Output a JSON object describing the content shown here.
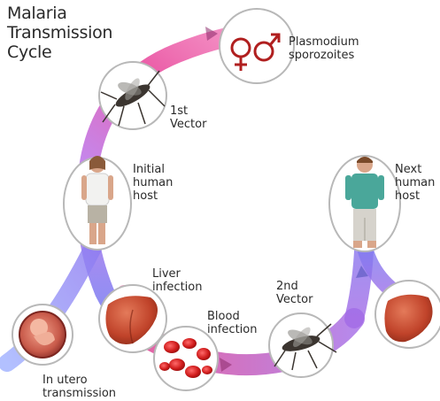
{
  "diagram": {
    "title_lines": [
      "Malaria",
      "Transmission",
      "Cycle"
    ],
    "labels": {
      "plasmodium": [
        "Plasmodium",
        "sporozoites"
      ],
      "first_vector": [
        "1st",
        "Vector"
      ],
      "initial_host": [
        "Initial",
        "human",
        "host"
      ],
      "next_host": [
        "Next",
        "human",
        "host"
      ],
      "liver_infection": [
        "Liver",
        "infection"
      ],
      "second_vector": [
        "2nd",
        "Vector"
      ],
      "blood_infection": [
        "Blood",
        "infection"
      ],
      "in_utero": [
        "In utero",
        "transmission"
      ]
    },
    "colors": {
      "pink_flow": "#e23a8c",
      "purple_flow": "#9b5fe0",
      "blue_flow": "#7f6ff0",
      "organ_red": "#c8422c",
      "blood_red": "#c41a1a"
    },
    "icons": [
      "venus-mars-icon",
      "mosquito-icon",
      "woman-figure-icon",
      "man-figure-icon",
      "liver-icon",
      "red-blood-cells-icon",
      "fetus-icon"
    ]
  }
}
